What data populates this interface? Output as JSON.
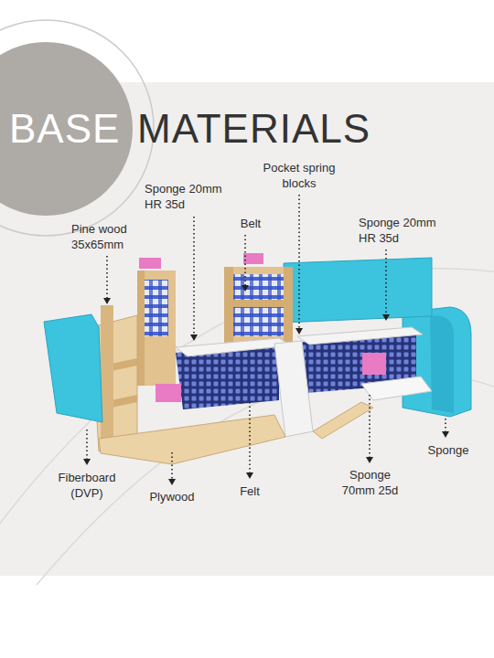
{
  "diagram": {
    "title": "MATERIALS",
    "nodes": [
      {
        "text": [
          "BASE"
        ]
      }
    ],
    "labels": [
      "Pine wood 35x65mm",
      "Sponge 20mm HR 35d",
      "Belt",
      "Pocket spring blocks",
      "Sponge 20mm HR 35d",
      "Fiberboard (DVP)",
      "Plywood",
      "Felt",
      "Sponge 70mm 25d",
      "Sponge"
    ]
  }
}
